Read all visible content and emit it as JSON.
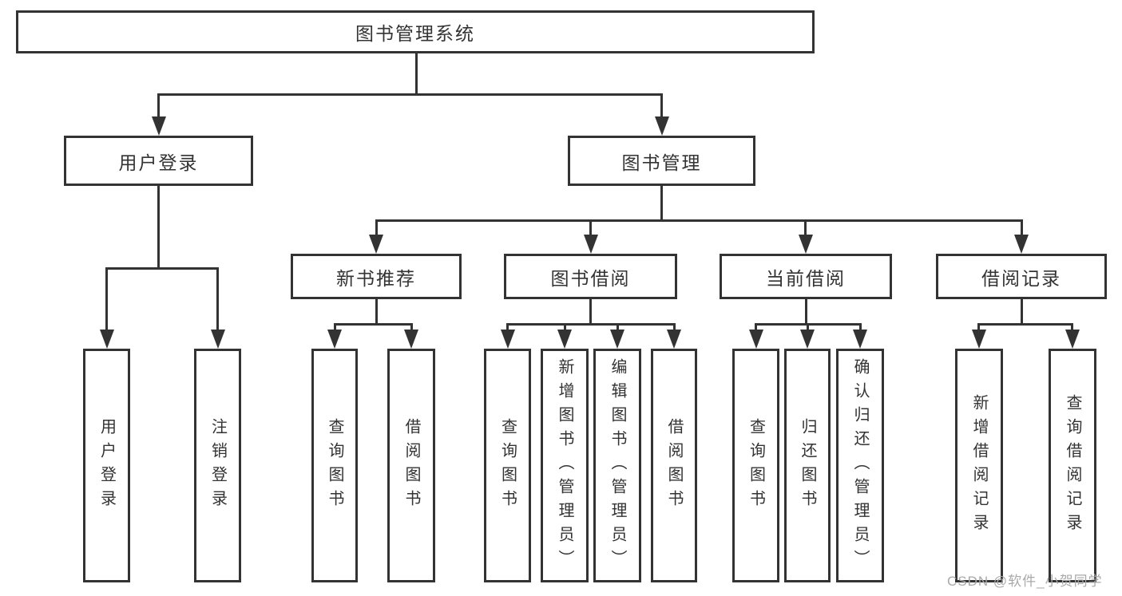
{
  "colors": {
    "line": "#333333",
    "text": "#333333",
    "watermark": "#a9a9a9",
    "background": "#ffffff"
  },
  "watermark": "CSDN @软件_小贺同学",
  "tree": {
    "label": "图书管理系统",
    "children": [
      {
        "label": "用户登录",
        "children": [
          {
            "label": "用户登录"
          },
          {
            "label": "注销登录"
          }
        ]
      },
      {
        "label": "图书管理",
        "children": [
          {
            "label": "新书推荐",
            "children": [
              {
                "label": "查询图书"
              },
              {
                "label": "借阅图书"
              }
            ]
          },
          {
            "label": "图书借阅",
            "children": [
              {
                "label": "查询图书"
              },
              {
                "label": "新增图书（管理员）"
              },
              {
                "label": "编辑图书（管理员）"
              },
              {
                "label": "借阅图书"
              }
            ]
          },
          {
            "label": "当前借阅",
            "children": [
              {
                "label": "查询图书"
              },
              {
                "label": "归还图书"
              },
              {
                "label": "确认归还（管理员）"
              }
            ]
          },
          {
            "label": "借阅记录",
            "children": [
              {
                "label": "新增借阅记录"
              },
              {
                "label": "查询借阅记录"
              }
            ]
          }
        ]
      }
    ]
  }
}
